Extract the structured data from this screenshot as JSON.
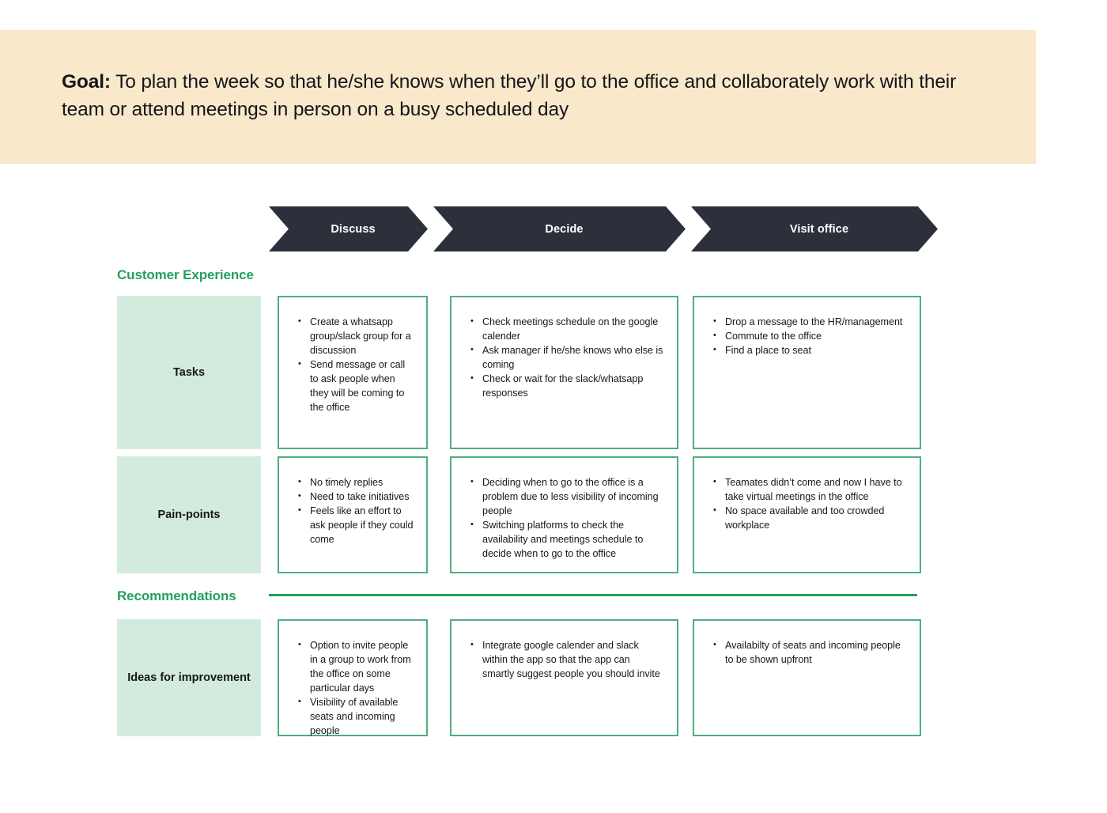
{
  "goal": {
    "label": "Goal:",
    "text": " To plan the week so that he/she knows when they’ll go to the office and collaborately work with their team or attend meetings in person on a busy scheduled day"
  },
  "phases": [
    {
      "label": "Discuss"
    },
    {
      "label": "Decide"
    },
    {
      "label": "Visit office"
    }
  ],
  "sections": {
    "customer_experience": "Customer Experience",
    "recommendations": "Recommendations"
  },
  "rows": [
    {
      "label": "Tasks",
      "cells": [
        {
          "bullets": [
            "Create a whatsapp group/slack group for a discussion",
            "Send message or call to ask people when they will be coming to the office"
          ]
        },
        {
          "bullets": [
            "Check meetings schedule on the google calender",
            "Ask manager if he/she knows who else is coming",
            "Check or wait for the slack/whatsapp responses"
          ]
        },
        {
          "bullets": [
            "Drop a message to the HR/management",
            "Commute to the office",
            "Find a place to seat"
          ]
        }
      ]
    },
    {
      "label": "Pain-points",
      "cells": [
        {
          "bullets": [
            "No timely replies",
            "Need to take initiatives",
            "Feels like an effort to ask people if they could come"
          ]
        },
        {
          "bullets": [
            "Deciding when to go to the office is a problem due to less visibility of incoming people",
            "Switching platforms to check the availability and meetings schedule to decide when to go to the office"
          ]
        },
        {
          "bullets": [
            "Teamates didn’t come and now I have to take virtual meetings in the office",
            "No space available and too crowded workplace"
          ]
        }
      ]
    },
    {
      "label": "Ideas for improvement",
      "cells": [
        {
          "bullets": [
            "Option to invite people in a group to work from the office on some particular days",
            "Visibility of available seats and incoming people"
          ]
        },
        {
          "bullets": [
            "Integrate google calender and slack within the app so that the app can smartly suggest people you should invite"
          ]
        },
        {
          "bullets": [
            "Availabilty of seats and incoming people to be shown upfront"
          ]
        }
      ]
    }
  ],
  "colors": {
    "banner": "#fae8ca",
    "phase": "#2b303a",
    "accent_green": "#23a05e",
    "card_border": "#4eaf7f",
    "label_fill": "#d3ebdd"
  }
}
